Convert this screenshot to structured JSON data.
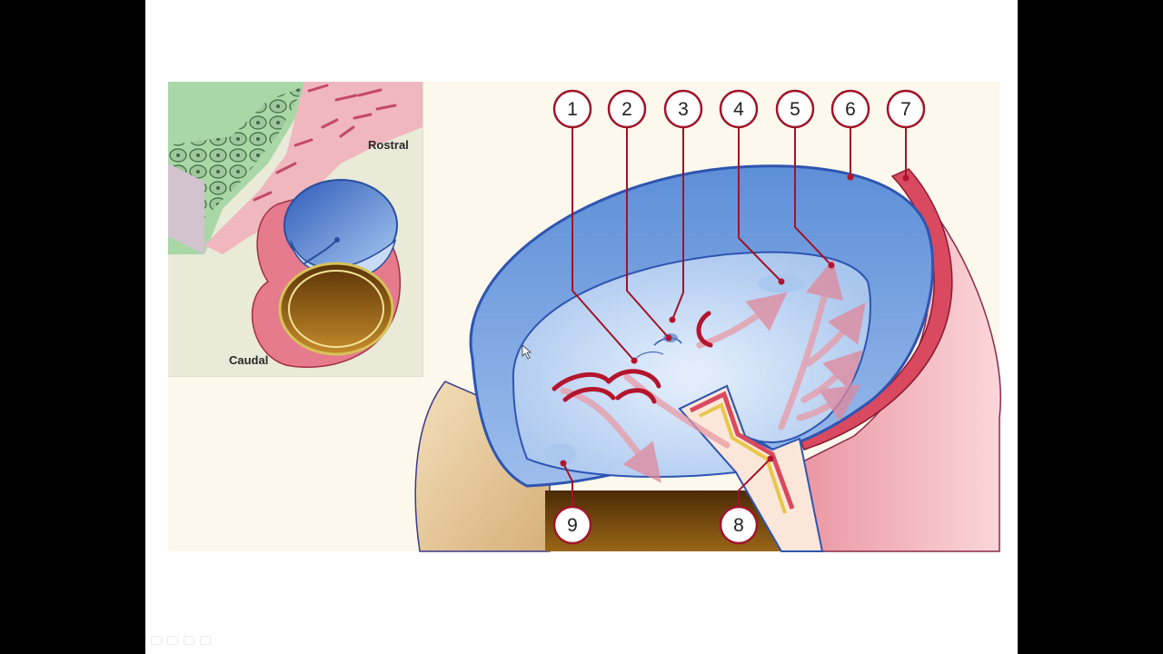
{
  "diagram": {
    "inset": {
      "rostral_label": "Rostral",
      "caudal_label": "Caudal"
    },
    "callouts": [
      "1",
      "2",
      "3",
      "4",
      "5",
      "6",
      "7",
      "8",
      "9"
    ]
  },
  "colors": {
    "cavity_blue": "#6f9fe0",
    "floor_blue": "#c9dcf5",
    "membrane_red": "#b3152d",
    "arrow_pink": "#e89aa6",
    "callout_border": "#a0142a",
    "yolk_brown": "#7a4a12",
    "pink_tissue": "#f1b8c0"
  }
}
